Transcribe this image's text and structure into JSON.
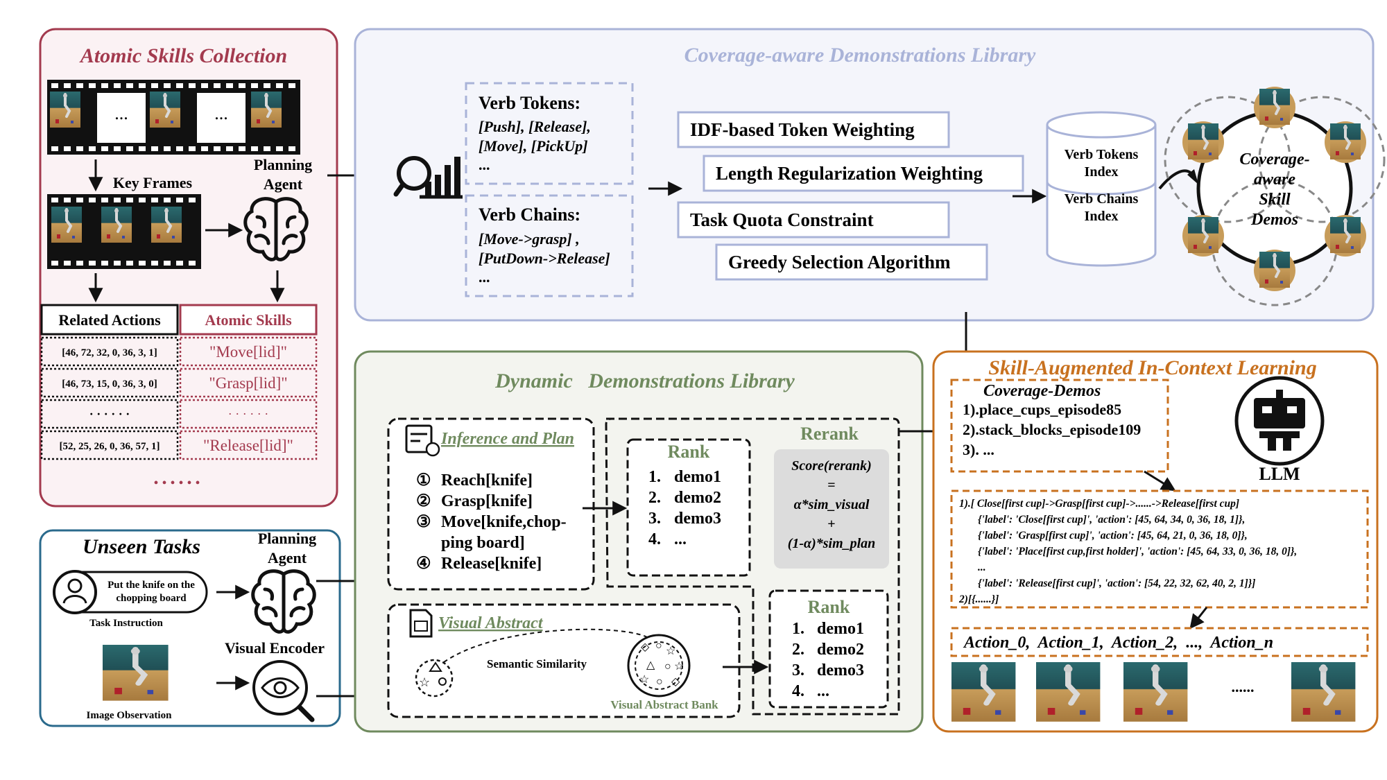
{
  "atomic": {
    "title": "Atomic Skills Collection",
    "ellipsis": "...",
    "key_frames": "Key Frames",
    "planning_agent_1": "Planning",
    "planning_agent_2": "Agent",
    "related_actions_header": "Related Actions",
    "atomic_skills_header": "Atomic Skills",
    "rows": [
      {
        "action": "[46, 72, 32, 0, 36, 3, 1]",
        "skill": "\"Move[lid]\""
      },
      {
        "action": "[46, 73, 15, 0, 36, 3, 0]",
        "skill": "\"Grasp[lid]\""
      },
      {
        "action": "· · · · · ·",
        "skill": "· · · · · ·"
      },
      {
        "action": "[52, 25, 26, 0, 36, 57, 1]",
        "skill": "\"Release[lid]\""
      }
    ],
    "more_dots": "• • • • • •"
  },
  "coverage": {
    "title": "Coverage-aware Demonstrations Library",
    "verb_tokens_label": "Verb Tokens:",
    "verb_tokens_line1": "[Push], [Release],",
    "verb_tokens_line2": "[Move], [PickUp]",
    "verb_tokens_more": "...",
    "verb_chains_label": "Verb Chains:",
    "verb_chains_line1": "[Move->grasp] ,",
    "verb_chains_line2": "[PutDown->Release]",
    "verb_chains_more": "...",
    "methods": [
      "IDF-based Token Weighting",
      "Length Regularization Weighting",
      "Task Quota Constraint",
      "Greedy Selection Algorithm"
    ],
    "db_label1_a": "Verb Tokens",
    "db_label1_b": "Index",
    "db_label2_a": "Verb Chains",
    "db_label2_b": "Index",
    "circle_1": "Coverage-",
    "circle_2": "aware",
    "circle_3": "Skill",
    "circle_4": "Demos"
  },
  "unseen": {
    "title": "Unseen Tasks",
    "instruction": "Put the knife on the",
    "instruction2": "chopping board",
    "task_instruction": "Task Instruction",
    "image_observation": "Image Observation",
    "planning_1": "Planning",
    "planning_2": "Agent",
    "visual_encoder": "Visual Encoder"
  },
  "dynamic": {
    "title": "Dynamic   Demonstrations Library",
    "inference_title": "Inference and Plan",
    "steps": [
      "Reach[knife]",
      "Grasp[knife]",
      "Move[knife,chop-",
      "ping board]",
      "Release[knife]"
    ],
    "step_nums": [
      "①",
      "②",
      "③",
      "④"
    ],
    "rank_title": "Rank",
    "rank_items": [
      "demo1",
      "demo2",
      "demo3",
      "..."
    ],
    "rerank_title": "Rerank",
    "score_1": "Score(rerank)",
    "score_2": "=",
    "score_3": "α*sim_visual",
    "score_4": "+",
    "score_5": "(1-α)*sim_plan",
    "visual_title": "Visual Abstract",
    "semantic": "Semantic Similarity",
    "bank": "Visual Abstract Bank",
    "rank2_items": [
      "demo1",
      "demo2",
      "demo3",
      "..."
    ],
    "nums": [
      "1.",
      "2.",
      "3.",
      "4."
    ]
  },
  "skill": {
    "title": "Skill-Augmented In-Context Learning",
    "coverage_demos": "Coverage-Demos",
    "demos": [
      "1).place_cups_episode85",
      "2).stack_blocks_episode109",
      "3). ..."
    ],
    "llm": "LLM",
    "code": [
      "1).[  Close[first cup]->Grasp[first cup]->......->Release[first cup]",
      "{'label': 'Close[first cup]',  'action': [45, 64, 34, 0, 36, 18, 1]},",
      "{'label': 'Grasp[first cup]', 'action': [45, 64, 21, 0, 36, 18, 0]},",
      "{'label': 'Place[first cup,first holder]', 'action': [45, 64, 33, 0, 36, 18, 0]},",
      "...",
      "{'label': 'Release[first cup]', 'action': [54, 22, 32, 62, 40, 2, 1]}]",
      "2)[{......}]"
    ],
    "actions": "Action_0,  Action_1,  Action_2,  ...,  Action_n",
    "frames_more": "......"
  },
  "colors": {
    "maroon": "#a33a4e",
    "lavender": "#a9b3d8",
    "green": "#6f8a5e",
    "teal": "#2a6a8c",
    "orange": "#c8711f"
  }
}
